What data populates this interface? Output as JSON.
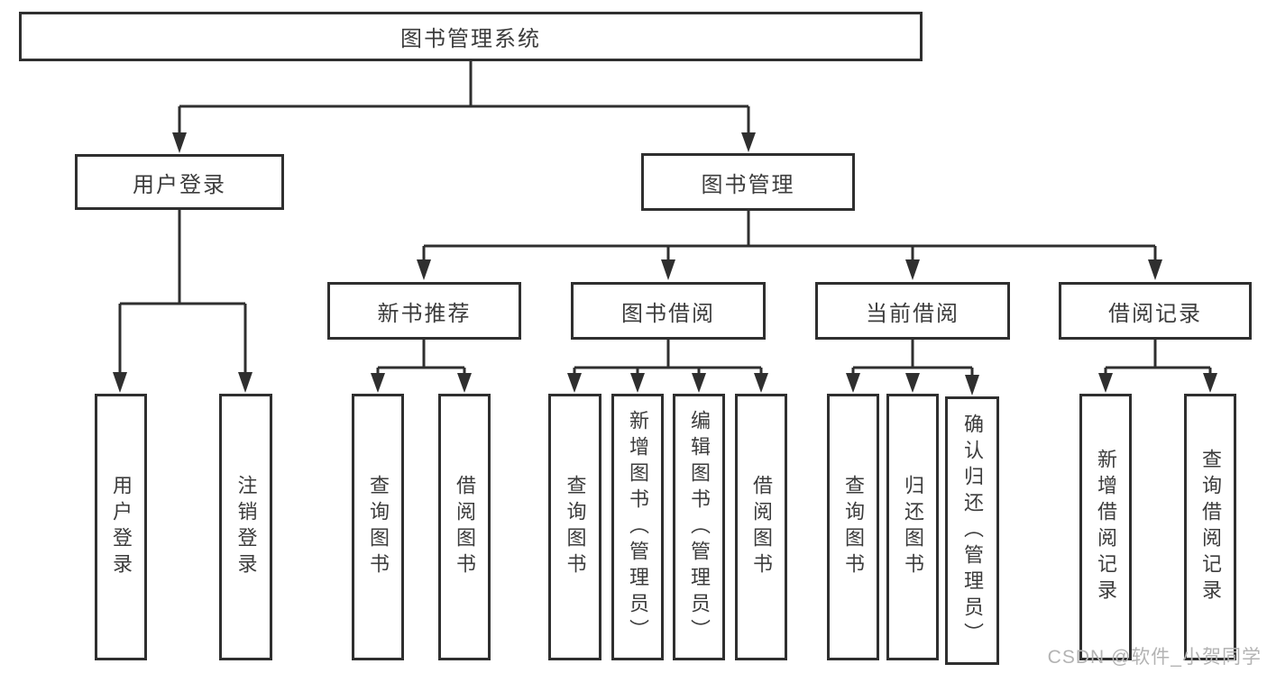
{
  "diagram": {
    "root": {
      "label": "图书管理系统"
    },
    "level2": {
      "user_login": {
        "label": "用户登录"
      },
      "book_mgmt": {
        "label": "图书管理"
      }
    },
    "level3": {
      "new_book_rec": {
        "label": "新书推荐"
      },
      "book_borrow": {
        "label": "图书借阅"
      },
      "current_borrow": {
        "label": "当前借阅"
      },
      "borrow_record": {
        "label": "借阅记录"
      }
    },
    "leaves": {
      "ul_login": {
        "label": "用户登录"
      },
      "ul_logout": {
        "label": "注销登录"
      },
      "nb_query": {
        "label": "查询图书"
      },
      "nb_borrow": {
        "label": "借阅图书"
      },
      "bb_query": {
        "label": "查询图书"
      },
      "bb_add": {
        "label": "新增图书（管理员）"
      },
      "bb_edit": {
        "label": "编辑图书（管理员）"
      },
      "bb_borrow": {
        "label": "借阅图书"
      },
      "cb_query": {
        "label": "查询图书"
      },
      "cb_return": {
        "label": "归还图书"
      },
      "cb_confirm": {
        "label": "确认归还（管理员）"
      },
      "br_add": {
        "label": "新增借阅记录"
      },
      "br_query": {
        "label": "查询借阅记录"
      }
    }
  },
  "watermark": {
    "text": "CSDN @软件_小贺同学"
  },
  "colors": {
    "line": "#2f2f2f",
    "text": "#3c3c3c",
    "watermark": "#b3b3b3",
    "background": "#ffffff"
  }
}
